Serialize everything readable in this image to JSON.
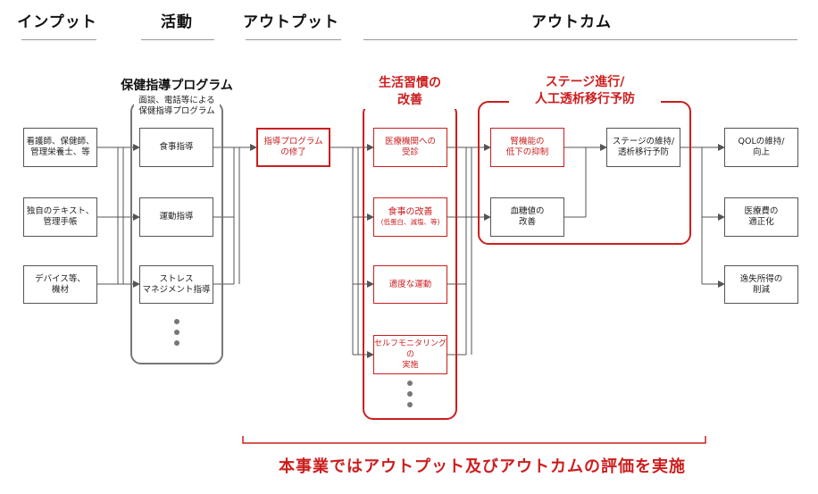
{
  "headers": {
    "input": "インプット",
    "activity": "活動",
    "output": "アウトプット",
    "outcome": "アウトカム"
  },
  "inputs": {
    "staff": "看護師、保健師、\n管理栄養士、等",
    "text": "独自のテキスト、\n管理手帳",
    "device": "デバイス等、\n機材"
  },
  "program": {
    "title": "保健指導プログラム",
    "subtitle": "面談、電話等による\n保健指導プログラム",
    "diet": "食事指導",
    "exercise": "運動指導",
    "stress": "ストレス\nマネジメント指導"
  },
  "output": {
    "completion": "指導プログラム\nの修了"
  },
  "lifestyle": {
    "title": "生活習慣の\n改善",
    "visit": "医療機関への\n受診",
    "diet_main": "食事の改善",
    "diet_sub": "(低蛋白、減塩、等)",
    "exercise": "適度な運動",
    "monitoring": "セルフモニタリングの\n実施"
  },
  "stage": {
    "title": "ステージ進行/\n人工透析移行予防",
    "kidney": "腎機能の\n低下の抑制",
    "glucose": "血糖値の\n改善"
  },
  "outcome": {
    "maintain": "ステージの維持/\n透析移行予防",
    "qol": "QOLの維持/\n向上",
    "medical_cost": "医療費の\n適正化",
    "lost_income": "逸失所得の\n削減"
  },
  "footer": "本事業ではアウトプット及びアウトカムの評価を実施",
  "colors": {
    "accent": "#cc1e1e",
    "line": "#555555",
    "group_gray": "#777777"
  }
}
